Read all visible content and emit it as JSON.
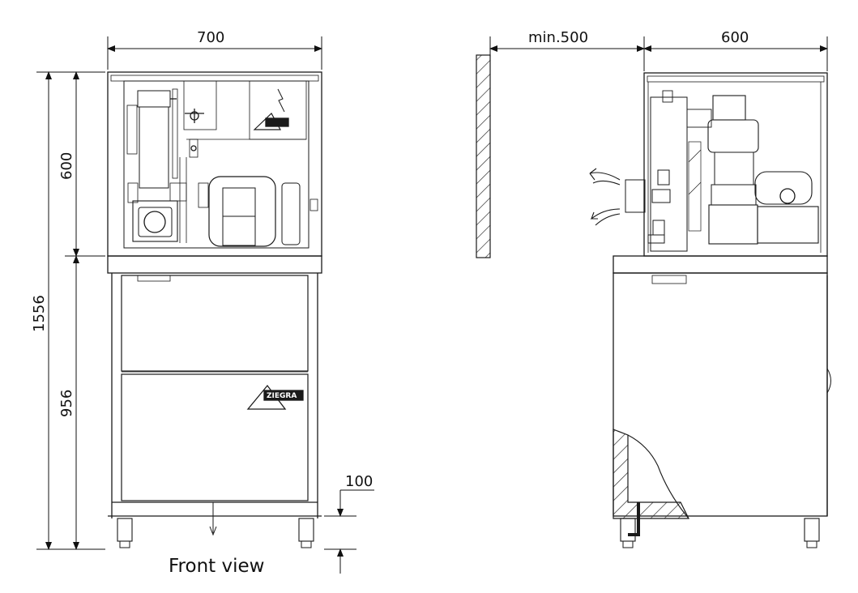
{
  "dimensions": {
    "front_width": "700",
    "wall_clearance": "min.500",
    "side_depth": "600",
    "top_height": "600",
    "total_height": "1556",
    "base_height": "956",
    "leg_height": "100"
  },
  "labels": {
    "front_view": "Front view",
    "logo": "ZIEGRA"
  },
  "colors": {
    "line": "#1a1a1a",
    "light_line": "#7a7a7a",
    "hatch": "#333333"
  }
}
